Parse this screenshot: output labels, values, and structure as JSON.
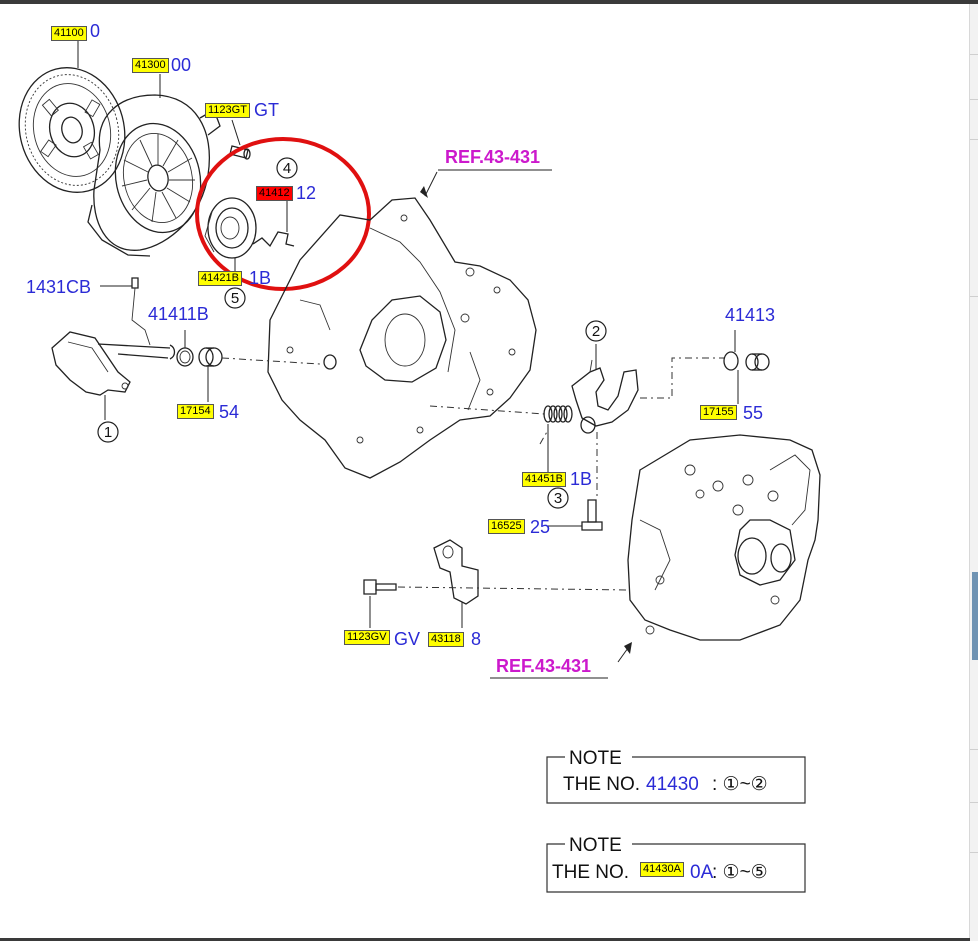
{
  "colors": {
    "label_blue": "#2b2bd6",
    "ref_magenta": "#cc19cc",
    "highlight_circle": "#e01010",
    "tag_yellow": "#ffff00",
    "tag_red": "#ff0000"
  },
  "refs": {
    "ref_upper": "REF.43-431",
    "ref_lower": "REF.43-431"
  },
  "labels": {
    "l_1431cb": "1431CB",
    "l_41411b": "41411B",
    "l_41413": "41413",
    "tail_41100": "0",
    "tail_41300": "00",
    "tail_1123gt": "GT",
    "tail_41412": "12",
    "tail_41421": "1B",
    "tail_17154": "54",
    "tail_17155": "55",
    "tail_41451b": "1B",
    "tail_16525": "25",
    "tail_1123gv": "GV",
    "tail_43118": "8"
  },
  "circled": {
    "c1": "1",
    "c2": "2",
    "c3": "3",
    "c4": "4",
    "c5": "5"
  },
  "tags": {
    "t41100": "41100",
    "t41300": "41300",
    "t1123gt": "1123GT",
    "t41412": "41412",
    "t41421": "41421B",
    "t17154": "17154",
    "t17155": "17155",
    "t41451b": "41451B",
    "t16525": "16525",
    "t1123gv": "1123GV",
    "t43118": "43118",
    "t41430a": "41430A"
  },
  "notes": [
    {
      "title": "NOTE",
      "prefix": "THE NO.",
      "part": "41430",
      "range": ": ①~②"
    },
    {
      "title": "NOTE",
      "prefix": "THE NO.",
      "part_tail": "0A",
      "range": ": ①~⑤"
    }
  ]
}
